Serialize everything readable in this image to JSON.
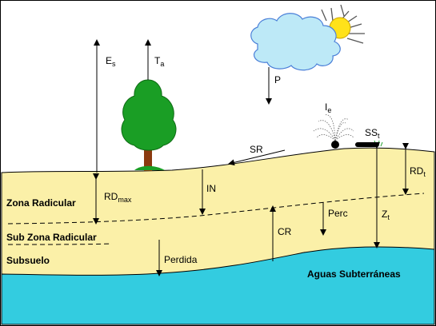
{
  "zones": {
    "root_zone": "Zona Radicular",
    "sub_root_zone": "Sub Zona Radicular",
    "subsoil": "Subsuelo",
    "groundwater": "Aguas Subterráneas"
  },
  "labels": {
    "es_main": "E",
    "es_sub": "s",
    "ta_main": "T",
    "ta_sub": "a",
    "p": "P",
    "ie_main": "I",
    "ie_sub": "e",
    "sst_main": "SS",
    "sst_sub": "t",
    "sr": "SR",
    "in": "IN",
    "rdmax_main": "RD",
    "rdmax_sub": "max",
    "rdt_main": "RD",
    "rdt_sub": "t",
    "zt_main": "Z",
    "zt_sub": "t",
    "perc": "Perc",
    "cr": "CR",
    "perdida": "Perdida"
  },
  "colors": {
    "soil": "#fbf0a8",
    "water": "#33cce0",
    "cloud": "#bde9f7",
    "cloud_outline": "#4a7fd8",
    "sun": "#ffe21a",
    "tree_foliage": "#1a9e25",
    "tree_trunk": "#8b3a0f",
    "grass": "#1a9e25"
  }
}
